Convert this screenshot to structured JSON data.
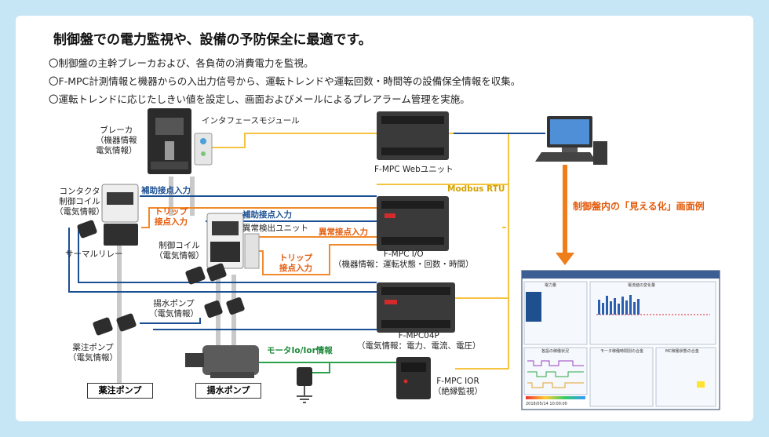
{
  "title": "制御盤での電力監視や、設備の予防保全に最適です。",
  "bullets": [
    "〇制御盤の主幹ブレーカおよび、各負荷の消費電力を監視。",
    "〇F-MPC計測情報と機器からの入出力信号から、運転トレンドや運転回数・時間等の設備保全情報を収集。",
    "〇運転トレンドに応じたしきい値を設定し、画面およびメールによるプレアラーム管理を実施。"
  ],
  "labels": {
    "breaker": [
      "ブレーカ",
      "（機器情報",
      "電気情報）"
    ],
    "interface_module": "インタフェースモジュール",
    "contactor": [
      "コンタクタ",
      "制御コイル",
      "（電気情報）"
    ],
    "thermal_relay": "サーマルリレー",
    "aux_input_1": "補助接点入力",
    "trip_input_1": [
      "トリップ",
      "接点入力"
    ],
    "aux_input_2": "補助接点入力",
    "abnormal_unit": "異常検出ユニット",
    "abnormal_input": "異常接点入力",
    "control_coil": [
      "制御コイル",
      "（電気情報）"
    ],
    "trip_input_2": [
      "トリップ",
      "接点入力"
    ],
    "web_unit": "F-MPC Webユニット",
    "modbus": "Modbus RTU",
    "io_unit": [
      "F-MPC I/O",
      "（機器情報：運転状態・回数・時間）"
    ],
    "c04p": [
      "F-MPC04P",
      "（電気情報：電力、電流、電圧）"
    ],
    "ior": [
      "F-MPC IOR",
      "（絶縁監視）"
    ],
    "pump_water": [
      "揚水ポンプ",
      "（電気情報）"
    ],
    "pump_chem": [
      "薬注ポンプ",
      "（電気情報）"
    ],
    "motor_info": "モータIo/Ior情報",
    "chem_pump_box": "薬注ポンプ",
    "water_pump_box": "揚水ポンプ",
    "visualize": "制御盤内の「見える化」画面例"
  },
  "screen": {
    "panel1_title": "電力量",
    "panel2_title": "電流値の変化量",
    "panel3_title": "各設の稼働状況",
    "panel4_title": "モータ稼働時間別の合金",
    "panel5_title": "MC稼働状態の合金",
    "timestamp": "2018/05/14 10:00:00"
  },
  "colors": {
    "blue_line": "#1b4f93",
    "orange_line": "#f08a2c",
    "yellow_line": "#f6c340",
    "green_line": "#2aa14b",
    "gray_line": "#c9c9c9",
    "accent_arrow": "#ef7d1a"
  }
}
